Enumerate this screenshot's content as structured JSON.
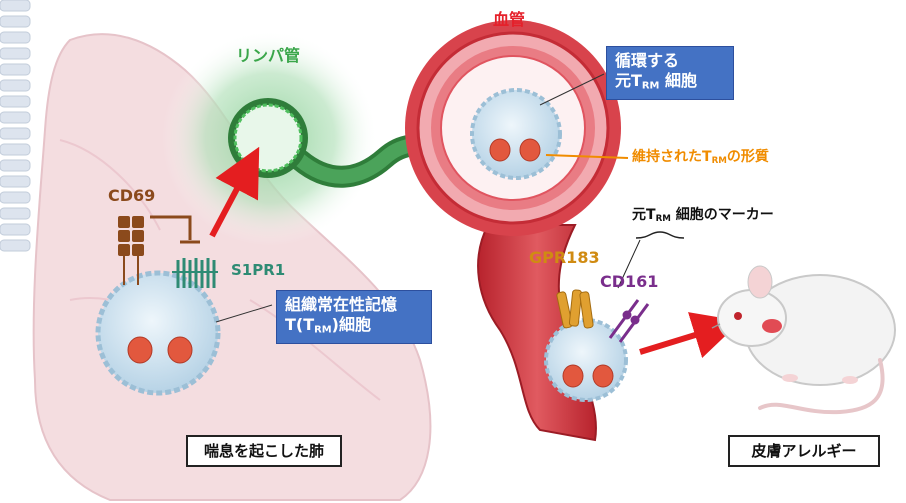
{
  "labels": {
    "lymph": "リンパ管",
    "blood": "血管",
    "cd69": "CD69",
    "s1pr1": "S1PR1",
    "gpr183": "GPR183",
    "cd161": "CD161",
    "trm_box_line1": "組織常在性記憶",
    "trm_box_line2_pre": "T(T",
    "trm_box_sub": "RM",
    "trm_box_line2_post": ")細胞",
    "circ_line1": "循環する",
    "circ_line2_pre": "元T",
    "circ_sub": "RM",
    "circ_line2_post": " 細胞",
    "maintained_pre": "維持されたT",
    "maintained_sub": "RM",
    "maintained_post": "の形質",
    "marker_pre": "元T",
    "marker_sub": "RM",
    "marker_post": " 細胞のマーカー",
    "lung": "喘息を起こした肺",
    "skin": "皮膚アレルギー"
  },
  "colors": {
    "lymph_green": "#3aa64a",
    "blood_red": "#e5202a",
    "cd69_brown": "#8b4a1c",
    "s1pr1_teal": "#2e8b74",
    "gpr183_orange": "#d08b12",
    "cd161_purple": "#7a2e8c",
    "maintained_orange": "#f08c00",
    "box_blue": "#4472c4",
    "arrow_red": "#e41e20"
  }
}
